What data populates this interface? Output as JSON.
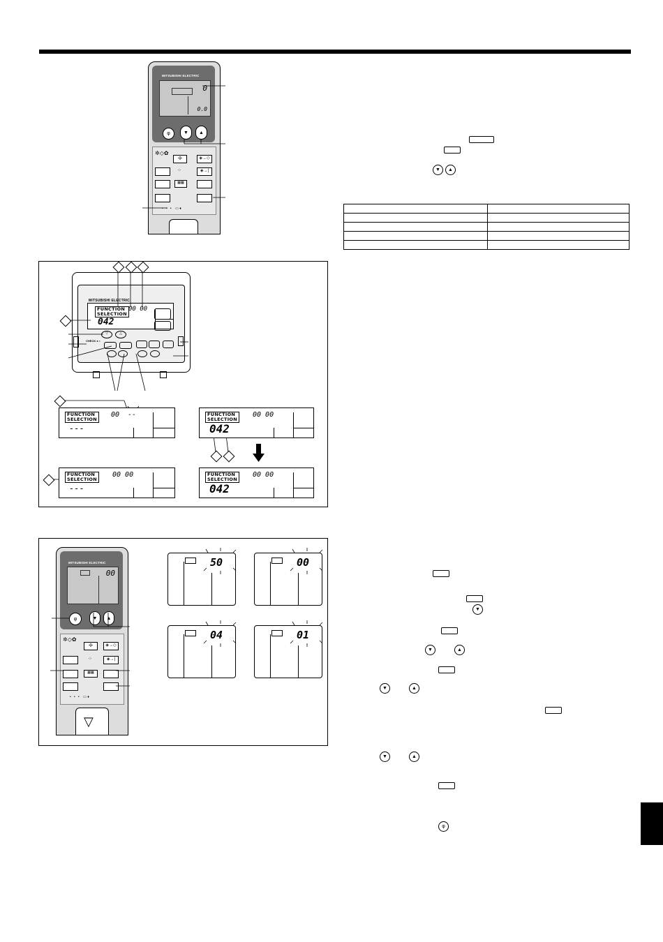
{
  "brand": "MITSUBISHI ELECTRIC",
  "lcd_labels": {
    "function_selection_line1": "FUNCTION",
    "function_selection_line2": "SELECTION"
  },
  "top_remote": {
    "display_mode": "0",
    "display_temp": "0.0"
  },
  "panel_wired": {
    "time_display": "00 00",
    "func_code": "042",
    "lcd_a": {
      "time": "00",
      "blank": "--",
      "code": "---"
    },
    "lcd_b": {
      "time": "00 00",
      "code": "042"
    },
    "lcd_c": {
      "time": "00 00",
      "code": "---"
    },
    "lcd_d": {
      "time": "00 00",
      "code": "042"
    }
  },
  "panel_wireless": {
    "remote_display": "00",
    "lcd_1": "50",
    "lcd_2": "00",
    "lcd_3": "04",
    "lcd_4": "01"
  }
}
